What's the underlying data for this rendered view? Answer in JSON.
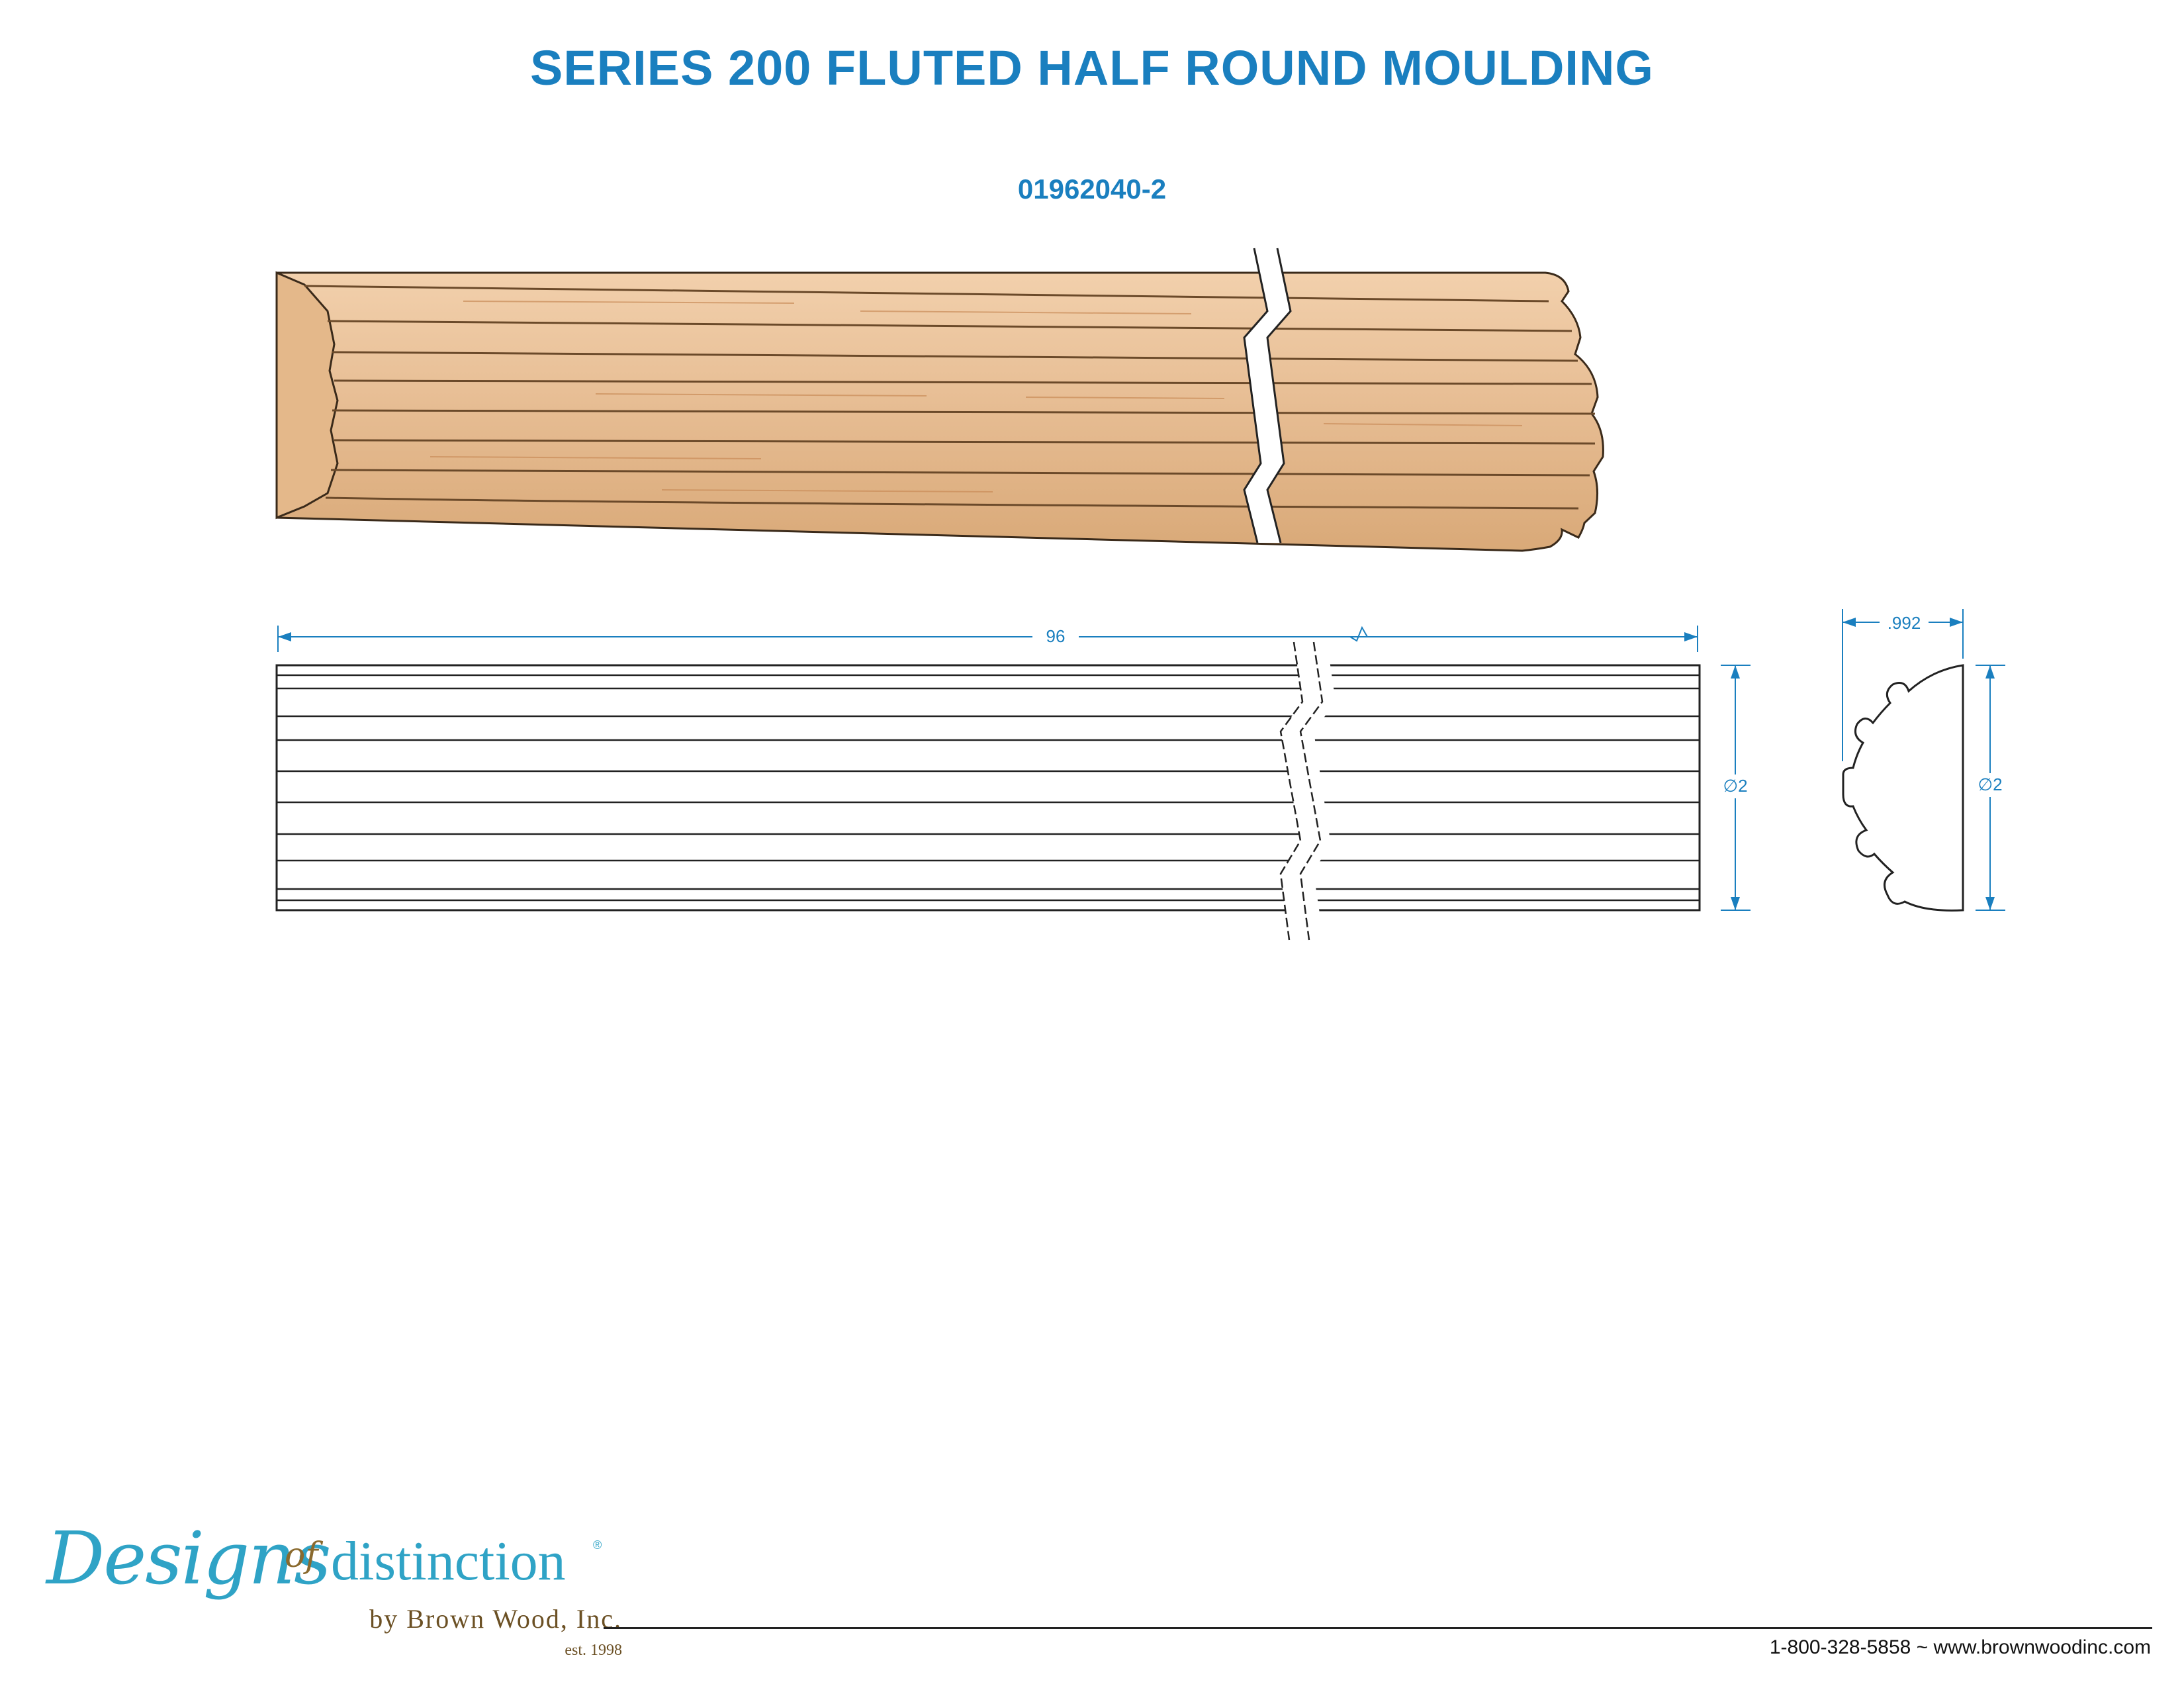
{
  "header": {
    "title": "SERIES 200 FLUTED HALF ROUND MOULDING",
    "part_number": "01962040-2"
  },
  "dimensions": {
    "length": "96",
    "side_diameter": "∅2",
    "profile_depth": ".992",
    "profile_diameter": "∅2"
  },
  "logo": {
    "designs": "Designs",
    "of": "of",
    "distinction": "distinction",
    "registered": "®",
    "by_line": "by Brown Wood, Inc.",
    "est": "est. 1998"
  },
  "footer": {
    "contact": "1-800-328-5858 ~ www.brownwoodinc.com"
  },
  "colors": {
    "accent": "#1a7fbf",
    "wood": "#e6bd95",
    "logo_teal": "#2fa3c6",
    "logo_brown": "#6b5024"
  }
}
